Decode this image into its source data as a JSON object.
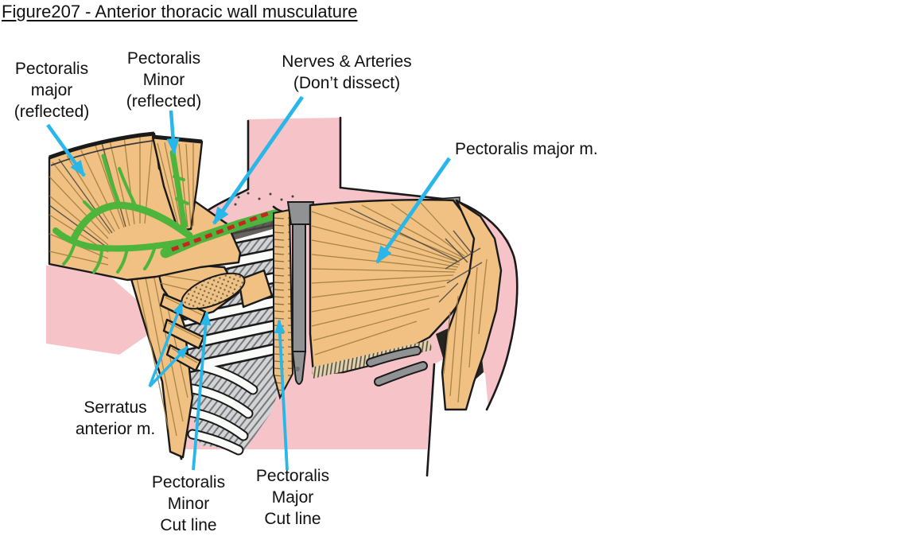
{
  "title": "Figure207 - Anterior thoracic wall musculature",
  "labels": {
    "pectoralis_major_reflected": "Pectoralis\nmajor\n(reflected)",
    "pectoralis_minor_reflected": "Pectoralis\nMinor\n(reflected)",
    "nerves_arteries": "Nerves & Arteries\n(Don’t dissect)",
    "pectoralis_major_m": "Pectoralis major m.",
    "serratus_anterior": "Serratus\nanterior m.",
    "pectoralis_minor_cut_line": "Pectoralis\nMinor\nCut line",
    "pectoralis_major_cut_line": "Pectoralis\nMajor\nCut line"
  },
  "colors": {
    "arrow": "#29b6e8",
    "nerve": "#4db43c",
    "artery": "#c4271f",
    "muscle": "#f0c183",
    "skin": "#f5c3c8",
    "bone": "#909294",
    "outline": "#1a1a1a"
  }
}
